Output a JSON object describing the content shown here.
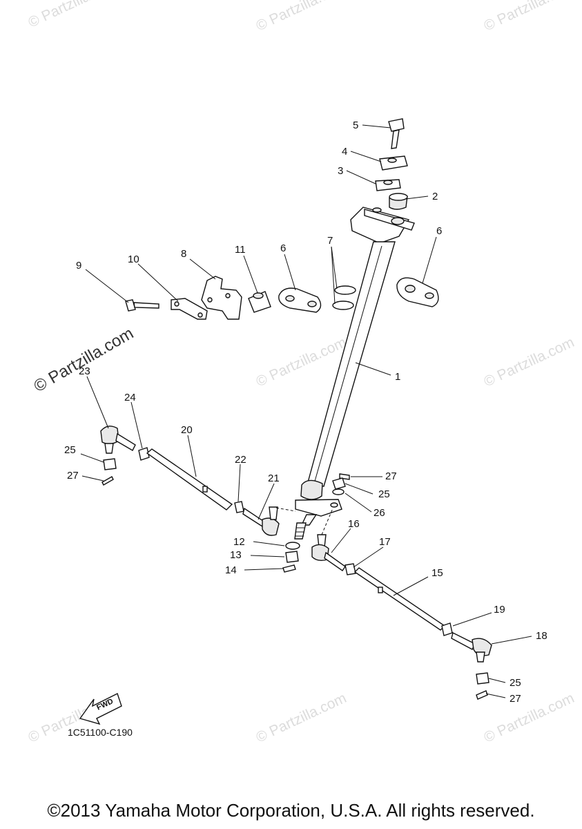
{
  "callouts": [
    "1",
    "2",
    "3",
    "4",
    "5",
    "6",
    "6",
    "7",
    "8",
    "9",
    "10",
    "11",
    "12",
    "13",
    "14",
    "15",
    "16",
    "17",
    "18",
    "19",
    "20",
    "21",
    "22",
    "23",
    "24",
    "25",
    "25",
    "25",
    "26",
    "27",
    "27",
    "27"
  ],
  "watermark": "© Partzilla.com",
  "figure_code": "1C51100-C190",
  "fwd_label": "FWD",
  "copyright": "©2013 Yamaha Motor Corporation, U.S.A. All rights reserved.",
  "icons": [
    "forward-arrow-icon"
  ]
}
